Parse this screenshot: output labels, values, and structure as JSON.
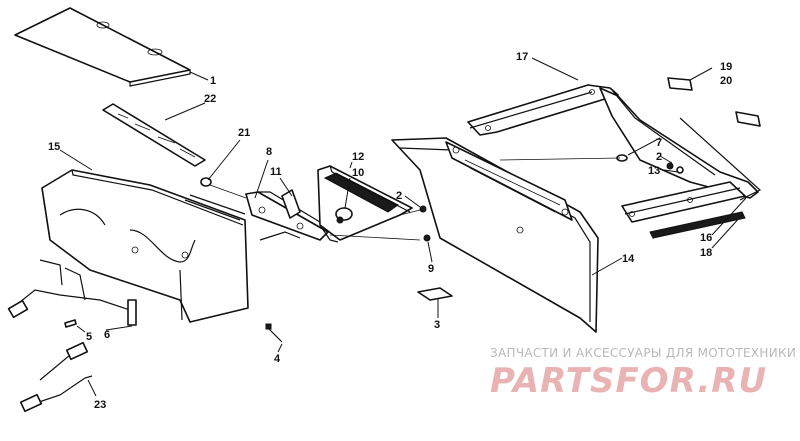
{
  "diagram": {
    "callouts": {
      "c1": "1",
      "c2a": "2",
      "c2b": "2",
      "c3": "3",
      "c4": "4",
      "c5": "5",
      "c6": "6",
      "c7": "7",
      "c8": "8",
      "c9": "9",
      "c10": "10",
      "c11": "11",
      "c12": "12",
      "c13": "13",
      "c14": "14",
      "c15": "15",
      "c16": "16",
      "c17": "17",
      "c18": "18",
      "c19": "19",
      "c20": "20",
      "c21": "21",
      "c22": "22",
      "c23": "23"
    }
  },
  "watermark": {
    "subtitle": "ЗАПЧАСТИ И АКСЕССУАРЫ ДЛЯ МОТОТЕХНИКИ",
    "brand": "PARTSFOR.RU",
    "color": "#e9b3b3"
  }
}
